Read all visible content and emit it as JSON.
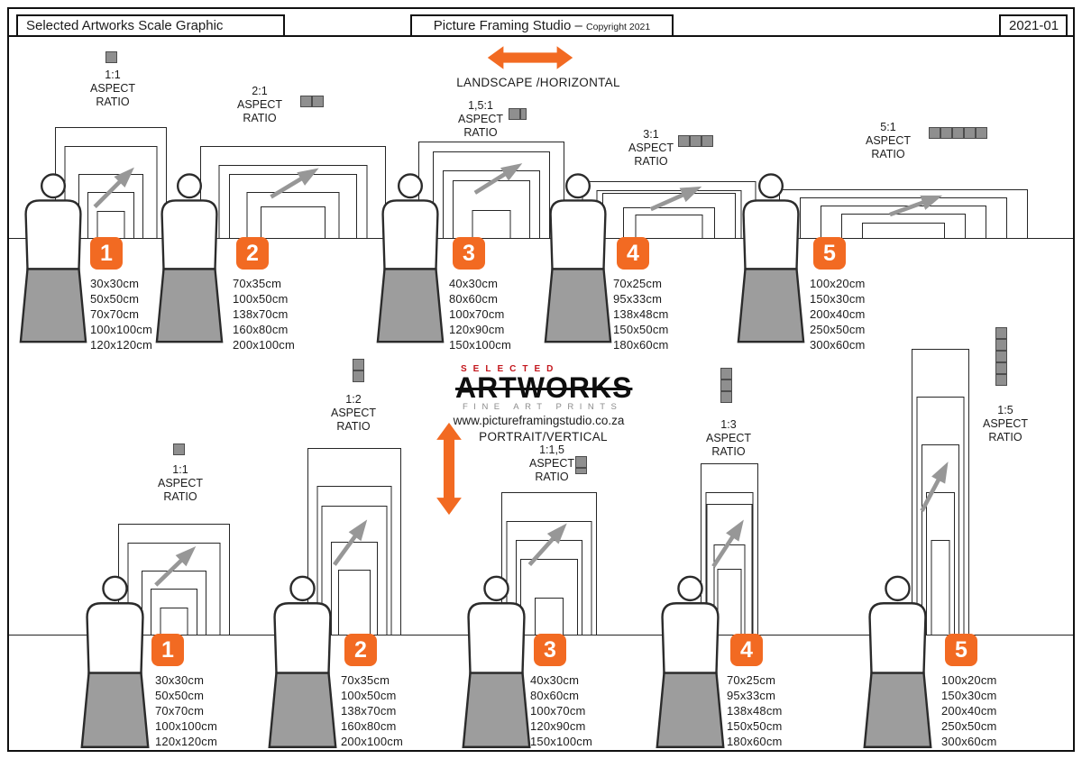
{
  "header": {
    "left": "Selected Artworks Scale Graphic",
    "center": "Picture Framing Studio –",
    "center_sub": "Copyright 2021",
    "right": "2021-01"
  },
  "labels": {
    "aspect": "ASPECT",
    "ratio": "RATIO"
  },
  "landscape_section": {
    "label": "LANDSCAPE /HORIZONTAL"
  },
  "portrait_section": {
    "logo_selected": "SELECTED",
    "logo_artworks": "ARTWORKS",
    "logo_fineart": "FINE ART PRINTS",
    "url": "www.pictureframingstudio.co.za",
    "label": "PORTRAIT/VERTICAL"
  },
  "colors": {
    "accent_orange": "#F26A22",
    "arrow_gray": "#979797",
    "logo_red": "#C3161C"
  },
  "groups_landscape": [
    {
      "number": "1",
      "ratio": "1:1",
      "icon_units": 1,
      "sizes": [
        "30x30cm",
        "50x50cm",
        "70x70cm",
        "100x100cm",
        "120x120cm"
      ]
    },
    {
      "number": "2",
      "ratio": "2:1",
      "icon_units": 2,
      "sizes": [
        "70x35cm",
        "100x50cm",
        "138x70cm",
        "160x80cm",
        "200x100cm"
      ]
    },
    {
      "number": "3",
      "ratio": "1,5:1",
      "icon_units": 1.5,
      "sizes": [
        "40x30cm",
        "80x60cm",
        "100x70cm",
        "120x90cm",
        "150x100cm"
      ]
    },
    {
      "number": "4",
      "ratio": "3:1",
      "icon_units": 3,
      "sizes": [
        "70x25cm",
        "95x33cm",
        "138x48cm",
        "150x50cm",
        "180x60cm"
      ]
    },
    {
      "number": "5",
      "ratio": "5:1",
      "icon_units": 5,
      "sizes": [
        "100x20cm",
        "150x30cm",
        "200x40cm",
        "250x50cm",
        "300x60cm"
      ]
    }
  ],
  "groups_portrait": [
    {
      "number": "1",
      "ratio": "1:1",
      "icon_units": 1,
      "sizes": [
        "30x30cm",
        "50x50cm",
        "70x70cm",
        "100x100cm",
        "120x120cm"
      ]
    },
    {
      "number": "2",
      "ratio": "1:2",
      "icon_units": 2,
      "sizes": [
        "70x35cm",
        "100x50cm",
        "138x70cm",
        "160x80cm",
        "200x100cm"
      ]
    },
    {
      "number": "3",
      "ratio": "1:1,5",
      "icon_units": 1.5,
      "sizes": [
        "40x30cm",
        "80x60cm",
        "100x70cm",
        "120x90cm",
        "150x100cm"
      ]
    },
    {
      "number": "4",
      "ratio": "1:3",
      "icon_units": 3,
      "sizes": [
        "70x25cm",
        "95x33cm",
        "138x48cm",
        "150x50cm",
        "180x60cm"
      ]
    },
    {
      "number": "5",
      "ratio": "1:5",
      "icon_units": 5,
      "sizes": [
        "100x20cm",
        "150x30cm",
        "200x40cm",
        "250x50cm",
        "300x60cm"
      ]
    }
  ]
}
